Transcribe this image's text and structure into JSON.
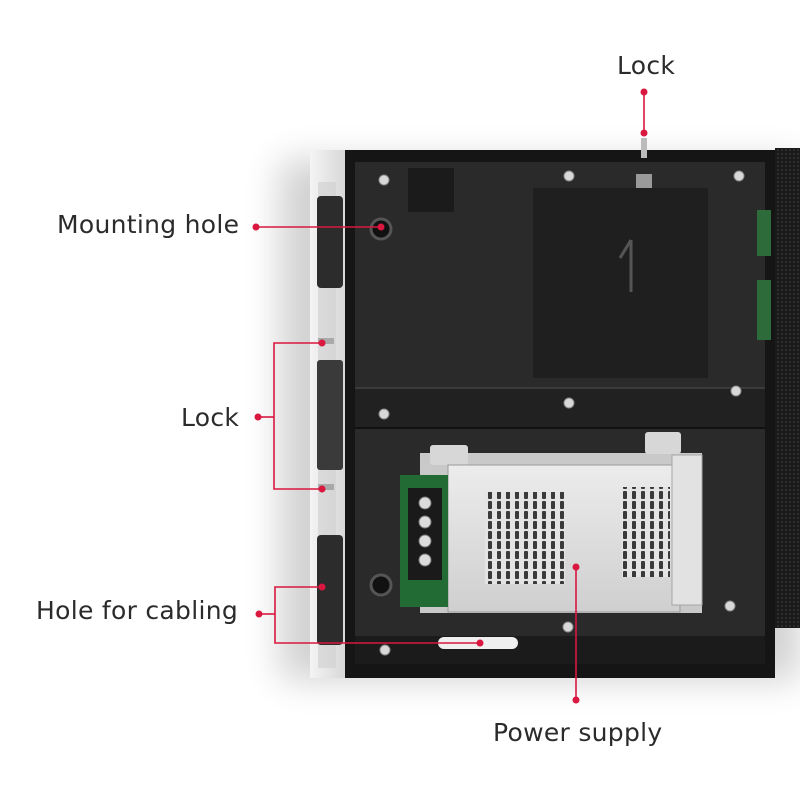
{
  "callouts": {
    "lock_top": "Lock",
    "mounting_hole": "Mounting hole",
    "lock_side": "Lock",
    "hole_for_cabling": "Hole for cabling",
    "power_supply": "Power supply"
  },
  "colors": {
    "leader_line": "#d9173f",
    "label_text": "#2b2b2b",
    "cabinet_body": "#262626",
    "cabinet_frame": "#111111",
    "frame_edge": "#e6e6e6",
    "psu_housing": "#dedede"
  }
}
